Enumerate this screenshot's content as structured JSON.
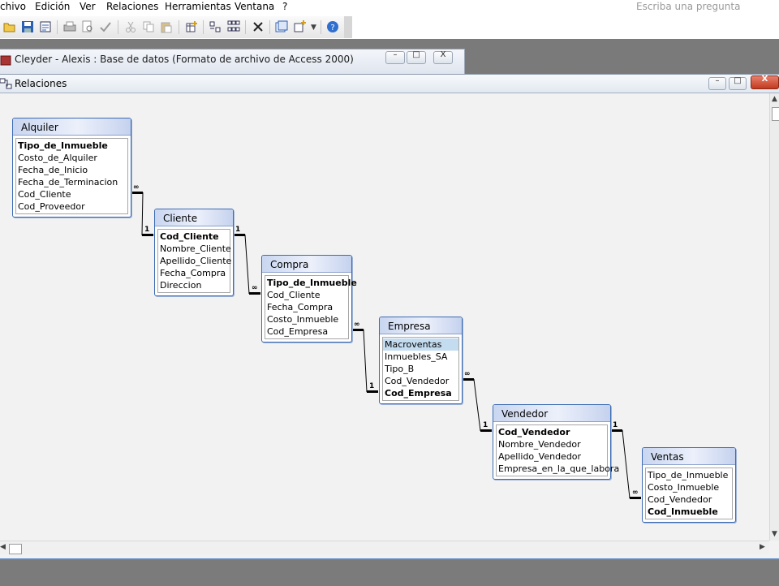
{
  "menu": [
    "chivo",
    "Edición",
    "Ver",
    "Relaciones",
    "Herramientas",
    "Ventana",
    "?"
  ],
  "ask_placeholder": "Escriba una pregunta",
  "toolbar_icons": [
    "open-icon",
    "save-icon",
    "save-as-icon",
    "print-icon",
    "print-preview-icon",
    "spelling-icon",
    "cut-icon",
    "copy-icon",
    "paste-icon",
    "show-table-icon",
    "direct-relationships-icon",
    "all-relationships-icon",
    "delete-icon",
    "database-window-icon",
    "new-object-icon",
    "help-icon"
  ],
  "db_window": {
    "title": "Cleyder - Alexis : Base de datos (Formato de archivo de Access 2000)"
  },
  "relations_window": {
    "title": "Relaciones"
  },
  "window_buttons": {
    "minimize": "–",
    "restore": "□",
    "close": "X"
  },
  "tables": [
    {
      "name": "Alquiler",
      "fields": [
        {
          "name": "Tipo_de_Inmueble",
          "pk": true
        },
        {
          "name": "Costo_de_Alquiler"
        },
        {
          "name": "Fecha_de_Inicio"
        },
        {
          "name": "Fecha_de_Terminacion"
        },
        {
          "name": "Cod_Cliente"
        },
        {
          "name": "Cod_Proveedor"
        }
      ]
    },
    {
      "name": "Cliente",
      "fields": [
        {
          "name": "Cod_Cliente",
          "pk": true
        },
        {
          "name": "Nombre_Cliente"
        },
        {
          "name": "Apellido_Cliente"
        },
        {
          "name": "Fecha_Compra"
        },
        {
          "name": "Direccion"
        }
      ]
    },
    {
      "name": "Compra",
      "fields": [
        {
          "name": "Tipo_de_Inmueble",
          "pk": true
        },
        {
          "name": "Cod_Cliente"
        },
        {
          "name": "Fecha_Compra"
        },
        {
          "name": "Costo_Inmueble"
        },
        {
          "name": "Cod_Empresa"
        }
      ]
    },
    {
      "name": "Empresa",
      "fields": [
        {
          "name": "Macroventas",
          "selected": true
        },
        {
          "name": "Inmuebles_SA"
        },
        {
          "name": "Tipo_B"
        },
        {
          "name": "Cod_Vendedor"
        },
        {
          "name": "Cod_Empresa",
          "pk": true
        }
      ]
    },
    {
      "name": "Vendedor",
      "fields": [
        {
          "name": "Cod_Vendedor",
          "pk": true
        },
        {
          "name": "Nombre_Vendedor"
        },
        {
          "name": "Apellido_Vendedor"
        },
        {
          "name": "Empresa_en_la_que_labora"
        }
      ]
    },
    {
      "name": "Ventas",
      "fields": [
        {
          "name": "Tipo_de_Inmueble"
        },
        {
          "name": "Costo_Inmueble"
        },
        {
          "name": "Cod_Vendedor"
        },
        {
          "name": "Cod_Inmueble",
          "pk": true
        }
      ]
    }
  ],
  "relationships": [
    {
      "from": "Alquiler",
      "from_end": "∞",
      "to": "Cliente",
      "to_end": "1"
    },
    {
      "from": "Cliente",
      "from_end": "1",
      "to": "Compra",
      "to_end": "∞"
    },
    {
      "from": "Compra",
      "from_end": "∞",
      "to": "Empresa",
      "to_end": "1"
    },
    {
      "from": "Empresa",
      "from_end": "∞",
      "to": "Vendedor",
      "to_end": "1"
    },
    {
      "from": "Vendedor",
      "from_end": "1",
      "to": "Ventas",
      "to_end": "∞"
    }
  ]
}
